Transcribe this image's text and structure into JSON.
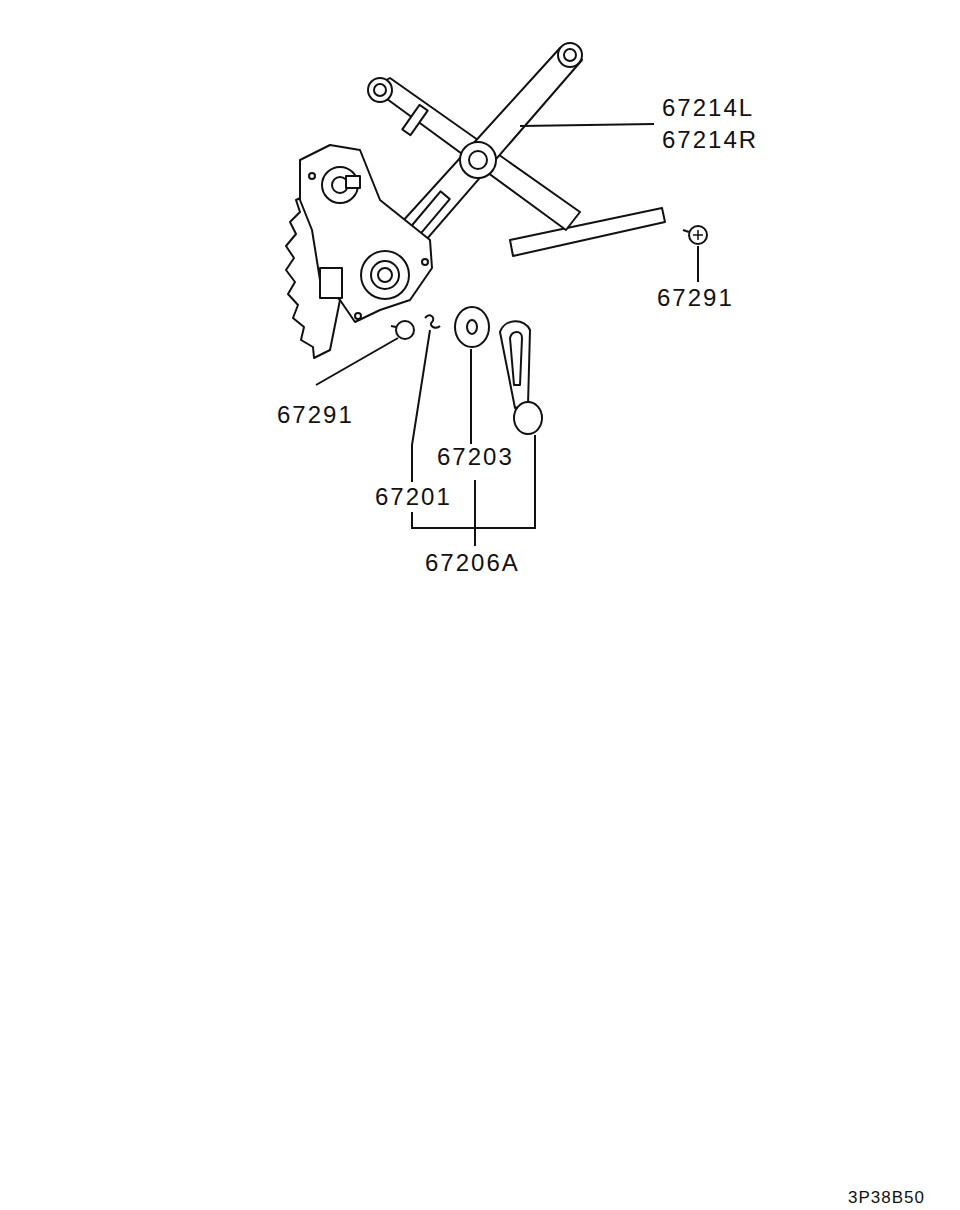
{
  "diagram": {
    "labels": [
      "67214L",
      "67214R",
      "67291",
      "67291",
      "67203",
      "67201",
      "67206A",
      "3P38B50"
    ]
  }
}
